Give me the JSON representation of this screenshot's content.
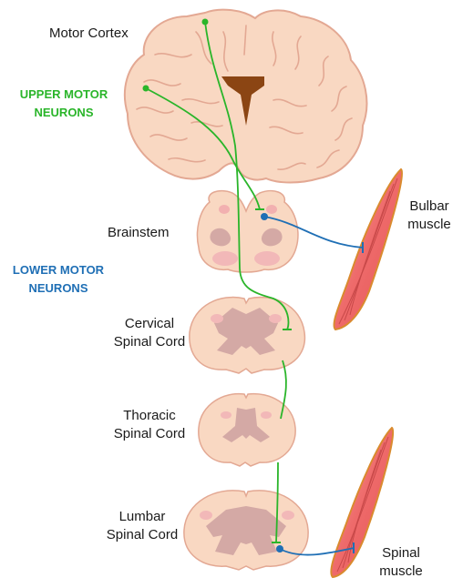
{
  "labels": {
    "motor_cortex": "Motor Cortex",
    "upper_motor_neurons": [
      "UPPER MOTOR",
      "NEURONS"
    ],
    "brainstem": "Brainstem",
    "lower_motor_neurons": [
      "LOWER MOTOR",
      "NEURONS"
    ],
    "cervical": [
      "Cervical",
      "Spinal Cord"
    ],
    "thoracic": [
      "Thoracic",
      "Spinal Cord"
    ],
    "lumbar": [
      "Lumbar",
      "Spinal Cord"
    ],
    "bulbar_muscle": [
      "Bulbar",
      "muscle"
    ],
    "spinal_muscle": [
      "Spinal",
      "muscle"
    ]
  },
  "colors": {
    "upper_motor_neuron": "#2ab52a",
    "lower_motor_neuron": "#1f6fb5",
    "tissue": "#f9dcc4",
    "tissue_outline": "#e6b89e",
    "gray_matter": "#d4a9a5",
    "ventricle": "#8b4513",
    "muscle": "#ef6f6f",
    "muscle_outline": "#d98b2e"
  }
}
